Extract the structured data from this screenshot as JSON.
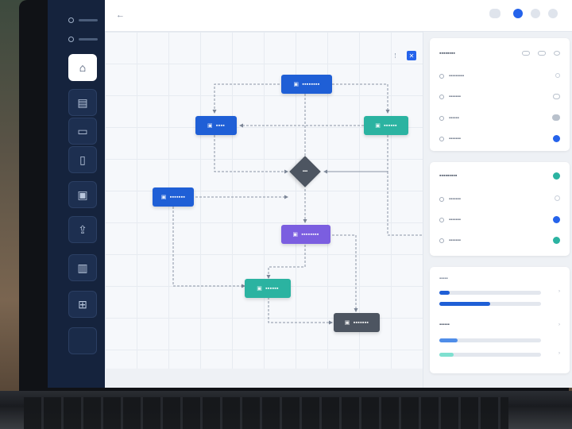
{
  "sidebar": {
    "top_icons": [
      "circle-icon",
      "circle-icon"
    ],
    "nav": [
      {
        "icon": "home-icon",
        "glyph": "⌂",
        "active": true
      },
      {
        "icon": "inbox-icon",
        "glyph": "▤",
        "active": false
      },
      {
        "icon": "folder-icon",
        "glyph": "▭",
        "active": false
      },
      {
        "icon": "document-icon",
        "glyph": "▯",
        "active": false
      },
      {
        "icon": "briefcase-icon",
        "glyph": "▣",
        "active": false
      },
      {
        "icon": "upload-icon",
        "glyph": "⇪",
        "active": false
      },
      {
        "icon": "page-icon",
        "glyph": "▥",
        "active": false
      },
      {
        "icon": "add-icon",
        "glyph": "⊞",
        "active": false
      }
    ]
  },
  "header": {
    "back_glyph": "←",
    "icons": [
      {
        "name": "chat-icon",
        "color": "#dfe4ec"
      },
      {
        "name": "status-dot-icon",
        "color": "#2563eb"
      },
      {
        "name": "settings-icon",
        "color": "#dfe4ec"
      },
      {
        "name": "avatar-icon",
        "color": "#dfe4ec"
      }
    ]
  },
  "canvas": {
    "corner_glyph": "✕",
    "nodes": {
      "n1": {
        "label": "▪▪▪▪▪▪▪▪",
        "glyph": "▣",
        "color": "blue"
      },
      "n2": {
        "label": "▪▪▪▪",
        "glyph": "▣",
        "color": "blue"
      },
      "n3": {
        "label": "▪▪▪▪▪▪",
        "glyph": "▣",
        "color": "teal"
      },
      "n4": {
        "label": "▪▪▪▪▪▪▪",
        "glyph": "▣",
        "color": "blue"
      },
      "n5": {
        "label": "▪▪▪▪▪▪▪▪",
        "glyph": "▣",
        "color": "purple"
      },
      "n6": {
        "label": "▪▪▪▪▪▪",
        "glyph": "▣",
        "color": "teal"
      },
      "n7": {
        "label": "▪▪▪▪▪▪▪",
        "glyph": "▣",
        "color": "dark"
      },
      "decision": {
        "label": "▪▪▪"
      }
    }
  },
  "panel": {
    "card1": {
      "title": "▪▪▪▪▪▪▪▪",
      "rows": [
        {
          "label": "▪▪▪▪▪▪▪▪▪",
          "indicator": "#d8dde5"
        },
        {
          "label": "▪▪▪▪▪▪▪",
          "indicator": "#d8dde5"
        },
        {
          "label": "▪▪▪▪▪▪",
          "indicator": "#c9d0da"
        },
        {
          "label": "▪▪▪▪▪▪▪",
          "indicator": "#2563eb"
        }
      ]
    },
    "card2": {
      "title": "▪▪▪▪▪▪▪▪▪",
      "indicator": "#2bb3a1",
      "rows": [
        {
          "label": "▪▪▪▪▪▪▪",
          "indicator": "#2563eb"
        },
        {
          "label": "▪▪▪▪▪▪▪",
          "indicator": "#2563eb"
        },
        {
          "label": "▪▪▪▪▪▪▪",
          "indicator": "#2bb3a1"
        }
      ]
    },
    "card3": {
      "label_top": "▪▪▪▪▪",
      "label_mid": "▪▪▪▪▪▪",
      "bars": [
        {
          "fill": 0.1,
          "color": "#1f5fd6"
        },
        {
          "fill": 0.5,
          "color": "#1f5fd6"
        },
        {
          "fill": 0.18,
          "color": "#4f8de8"
        },
        {
          "fill": 0.14,
          "color": "#7fe0d0"
        }
      ]
    }
  }
}
